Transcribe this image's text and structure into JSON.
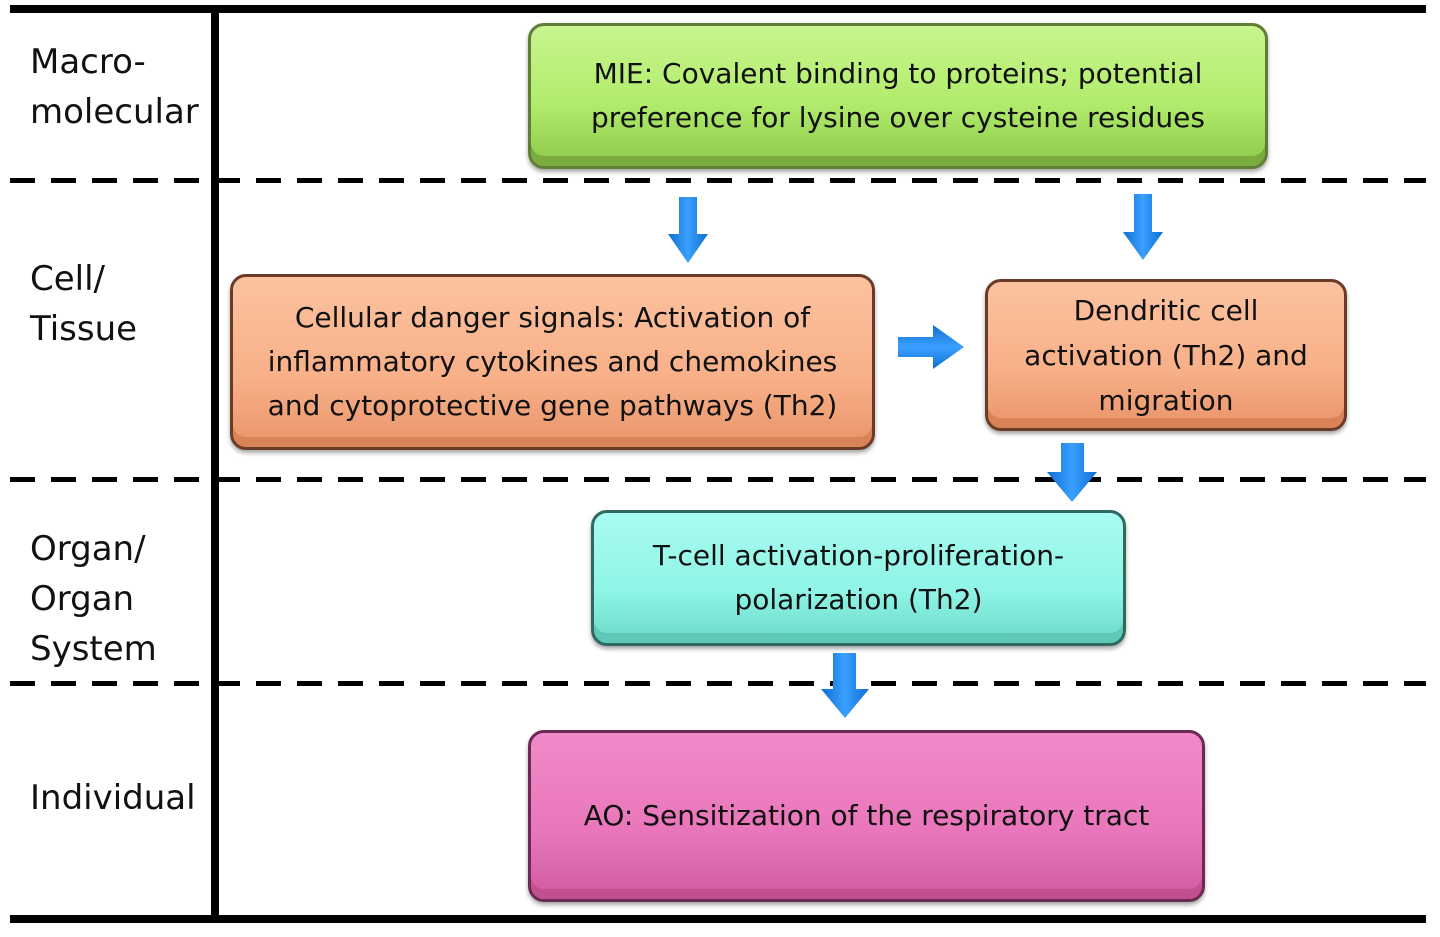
{
  "levels": {
    "macromolecular": "Macro-\nmolecular",
    "cell_tissue": "Cell/\nTissue",
    "organ": "Organ/\nOrgan\nSystem",
    "individual": "Individual"
  },
  "boxes": {
    "mie": "MIE: Covalent binding  to proteins;  potential\npreference for lysine  over  cysteine residues",
    "ke_danger": "Cellular danger signals:  Activation of\ninflammatory cytokines  and chemokines\nand cytoprotective gene pathways (Th2)",
    "ke_dendritic": "Dendritic cell\nactivation (Th2) and\nmigration",
    "ke_tcell": "T-cell activation-proliferation-\npolarization (Th2)",
    "ao": "AO: Sensitization of the respiratory tract"
  },
  "colors": {
    "mie": "#b2ec6c",
    "key_event_cell": "#f8b088",
    "key_event_organ": "#8ff5e6",
    "ao": "#e976ba",
    "arrow": "#1a86e8"
  }
}
